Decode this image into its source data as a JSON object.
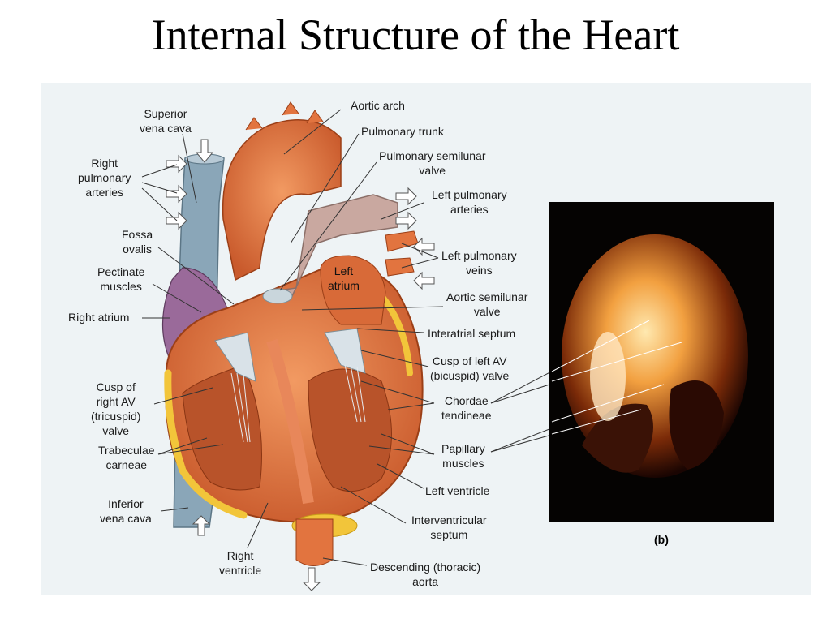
{
  "title": "Internal Structure of the Heart",
  "figure_label": "(b)",
  "labels": {
    "superior_vena_cava": "Superior\nvena cava",
    "right_pulmonary_arteries": "Right\npulmonary\narteries",
    "fossa_ovalis": "Fossa\novalis",
    "pectinate_muscles": "Pectinate\nmuscles",
    "right_atrium": "Right atrium",
    "cusp_right_av": "Cusp of\nright AV\n(tricuspid)\nvalve",
    "trabeculae_carneae": "Trabeculae\ncarneae",
    "inferior_vena_cava": "Inferior\nvena cava",
    "right_ventricle": "Right\nventricle",
    "aortic_arch": "Aortic arch",
    "pulmonary_trunk": "Pulmonary trunk",
    "pulmonary_semilunar_valve": "Pulmonary semilunar\nvalve",
    "left_pulmonary_arteries": "Left pulmonary\narteries",
    "left_pulmonary_veins": "Left pulmonary\nveins",
    "left_atrium": "Left\natrium",
    "aortic_semilunar_valve": "Aortic semilunar\nvalve",
    "interatrial_septum": "Interatrial septum",
    "cusp_left_av": "Cusp of left AV\n(bicuspid) valve",
    "chordae_tendineae": "Chordae\ntendineae",
    "papillary_muscles": "Papillary\nmuscles",
    "left_ventricle": "Left ventricle",
    "interventricular_septum": "Interventricular\nseptum",
    "descending_aorta": "Descending (thoracic)\naorta"
  },
  "colors": {
    "background_panel": "#eef3f5",
    "heart_muscle": "#e2743f",
    "vena_cava": "#8aa6b8",
    "pulmonary_trunk": "#c9a8a0",
    "right_atrium_wall": "#9a6a9a",
    "fat": "#f2c53a",
    "photo_bg": "#050302"
  }
}
